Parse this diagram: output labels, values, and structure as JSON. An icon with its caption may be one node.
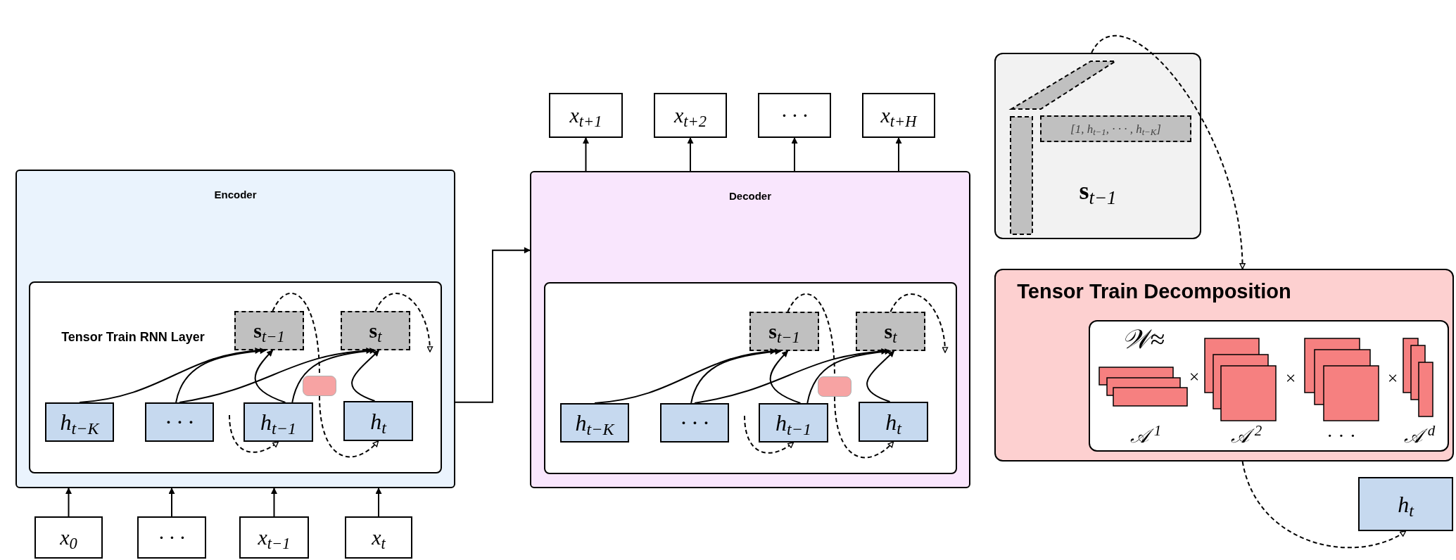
{
  "diagram": {
    "nodes": [
      {
        "text": [
          "Encoder"
        ]
      },
      {
        "text": [
          "Tensor Train RNN Layer"
        ],
        "in": 0
      },
      {
        "text": [
          "**s**$_{t−1}$"
        ],
        "in": 1
      },
      {
        "text": [
          "**s**$_{t}$"
        ],
        "in": 1
      },
      {
        "text": [
          "h$_{t−K}$"
        ],
        "in": 1
      },
      {
        "text": [
          "· · ·"
        ],
        "in": 1
      },
      {
        "text": [
          "h$_{t−1}$"
        ],
        "in": 1
      },
      {
        "text": [],
        "shape": "box",
        "in": 1
      },
      {
        "text": [
          "h$_{t}$"
        ],
        "in": 1
      },
      {
        "text": [
          "x$_{0}$"
        ]
      },
      {
        "text": [
          "· · ·"
        ]
      },
      {
        "text": [
          "x$_{t−1}$"
        ]
      },
      {
        "text": [
          "x$_{t}$"
        ]
      },
      {
        "text": [
          "Decoder"
        ]
      },
      {
        "text": [],
        "shape": "box",
        "in": 13
      },
      {
        "text": [
          "**s**$_{t−1}$"
        ],
        "in": 14
      },
      {
        "text": [
          "**s**$_{t}$"
        ],
        "in": 14
      },
      {
        "text": [
          "h$_{t−K}$"
        ],
        "in": 14
      },
      {
        "text": [
          "· · ·"
        ],
        "in": 14
      },
      {
        "text": [
          "h$_{t−1}$"
        ],
        "in": 14
      },
      {
        "text": [],
        "shape": "box",
        "in": 14
      },
      {
        "text": [
          "h$_{t}$"
        ],
        "in": 14
      },
      {
        "text": [
          "x$_{t+1}$"
        ]
      },
      {
        "text": [
          "x$_{t+2}$"
        ]
      },
      {
        "text": [
          "· · ·"
        ]
      },
      {
        "text": [
          "x$_{t+H}$"
        ]
      },
      {
        "text": [
          "**s**$_{t−1}$"
        ]
      },
      {
        "text": [
          "[1, h$_{t−1}$, · · · , h$_{t−K}$]"
        ],
        "in": 26
      },
      {
        "text": [
          "Tensor Train Decomposition"
        ]
      },
      {
        "text": [
          "𝒲≈",
          "×",
          "×",
          "×",
          "𝒜$^{1}$",
          "𝒜$^{2}$",
          "· · ·",
          "𝒜$^{d}$"
        ],
        "in": 28
      },
      {
        "text": [
          "h$_{t}$"
        ]
      }
    ],
    "edges": [
      {
        "from": 4,
        "to": 2,
        "arrow": "to"
      },
      {
        "from": 5,
        "to": 2,
        "arrow": "to"
      },
      {
        "from": 6,
        "to": 2,
        "arrow": "to"
      },
      {
        "from": 5,
        "to": 3,
        "arrow": "to"
      },
      {
        "from": 6,
        "to": 3,
        "arrow": "to"
      },
      {
        "from": 8,
        "to": 3,
        "arrow": "to"
      },
      {
        "from": 2,
        "to": 7,
        "arrow": "none",
        "style": "dashed"
      },
      {
        "from": 7,
        "to": 8,
        "arrow": "to",
        "style": "dashed"
      },
      {
        "from": 3,
        "to": null,
        "arrow": "to",
        "style": "dashed"
      },
      {
        "from": null,
        "to": 6,
        "arrow": "to",
        "style": "dashed"
      },
      {
        "from": 9,
        "to": 0,
        "arrow": "to"
      },
      {
        "from": 10,
        "to": 0,
        "arrow": "to"
      },
      {
        "from": 11,
        "to": 0,
        "arrow": "to"
      },
      {
        "from": 12,
        "to": 0,
        "arrow": "to"
      },
      {
        "from": 0,
        "to": 13,
        "arrow": "to"
      },
      {
        "from": 17,
        "to": 15,
        "arrow": "to"
      },
      {
        "from": 18,
        "to": 15,
        "arrow": "to"
      },
      {
        "from": 19,
        "to": 15,
        "arrow": "to"
      },
      {
        "from": 18,
        "to": 16,
        "arrow": "to"
      },
      {
        "from": 19,
        "to": 16,
        "arrow": "to"
      },
      {
        "from": 21,
        "to": 16,
        "arrow": "to"
      },
      {
        "from": 15,
        "to": 20,
        "arrow": "none",
        "style": "dashed"
      },
      {
        "from": 20,
        "to": 21,
        "arrow": "to",
        "style": "dashed"
      },
      {
        "from": 16,
        "to": null,
        "arrow": "to",
        "style": "dashed"
      },
      {
        "from": null,
        "to": 19,
        "arrow": "to",
        "style": "dashed"
      },
      {
        "from": 13,
        "to": 22,
        "arrow": "to"
      },
      {
        "from": 13,
        "to": 23,
        "arrow": "to"
      },
      {
        "from": 13,
        "to": 24,
        "arrow": "to"
      },
      {
        "from": 13,
        "to": 25,
        "arrow": "to"
      },
      {
        "from": 26,
        "to": 28,
        "arrow": "to",
        "style": "dashed"
      },
      {
        "from": 28,
        "to": 30,
        "arrow": "to",
        "style": "dashed"
      }
    ]
  }
}
